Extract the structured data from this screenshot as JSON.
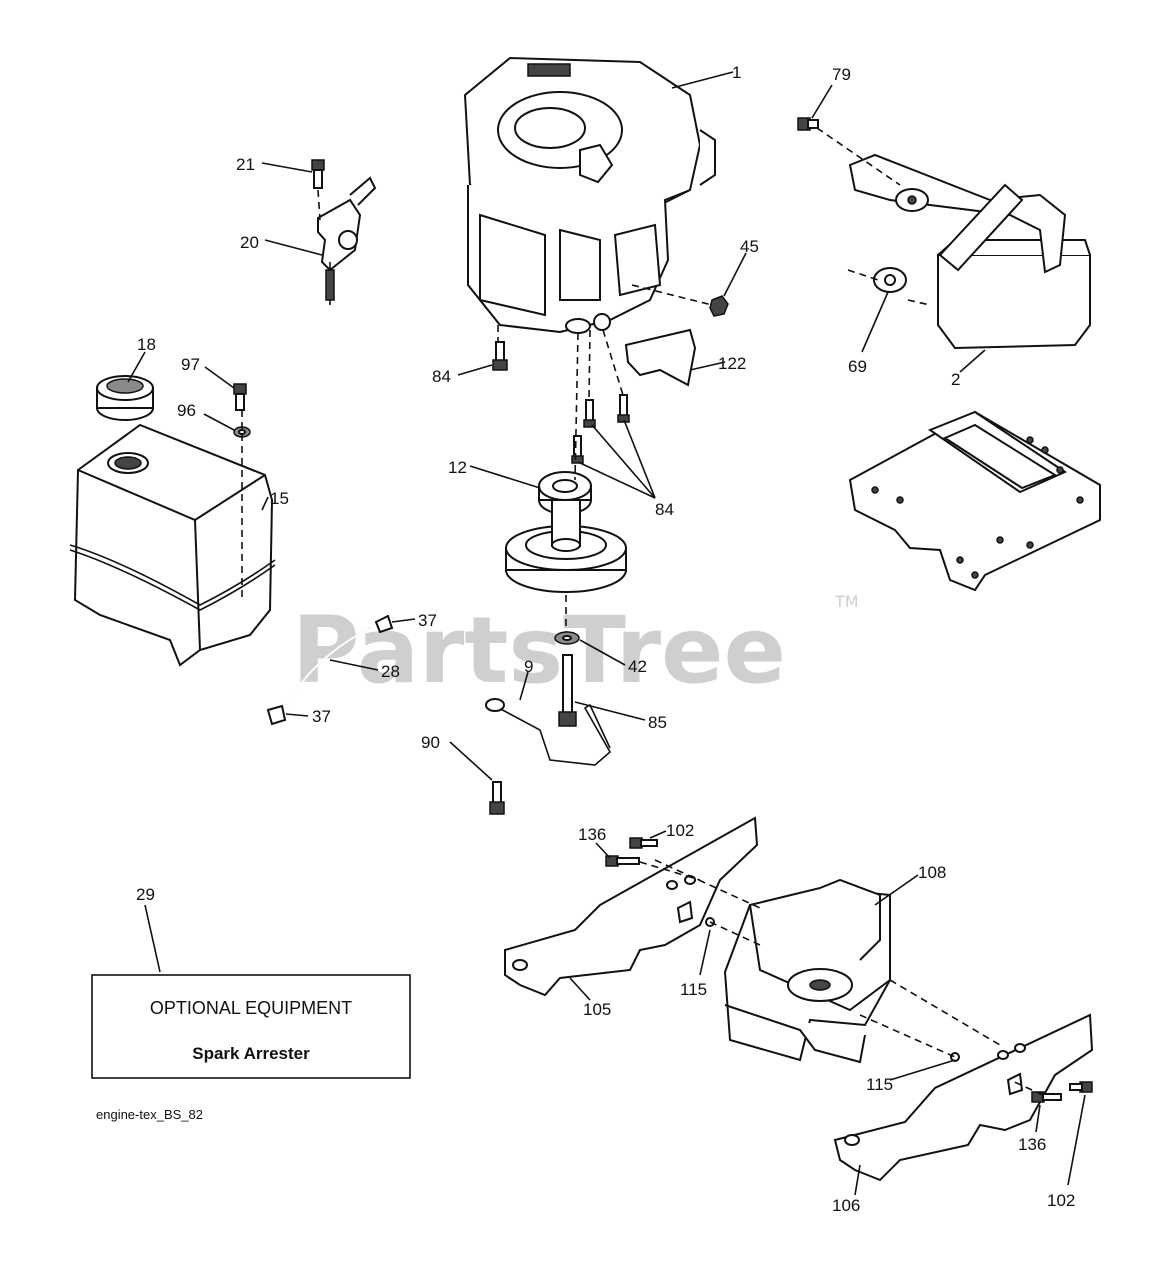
{
  "watermark": {
    "text": "PartsTree",
    "trademark": "TM"
  },
  "callouts": {
    "c1": "1",
    "c79": "79",
    "c21": "21",
    "c20": "20",
    "c45": "45",
    "c69": "69",
    "c2": "2",
    "c18": "18",
    "c97": "97",
    "c96": "96",
    "c84a": "84",
    "c122": "122",
    "c15": "15",
    "c12": "12",
    "c84b": "84",
    "c37a": "37",
    "c28": "28",
    "c42": "42",
    "c9": "9",
    "c37b": "37",
    "c85": "85",
    "c90": "90",
    "c136a": "136",
    "c102a": "102",
    "c108": "108",
    "c29": "29",
    "c115a": "115",
    "c105": "105",
    "c115b": "115",
    "c136b": "136",
    "c106": "106",
    "c102b": "102"
  },
  "optional_box": {
    "title": "OPTIONAL EQUIPMENT",
    "subtitle": "Spark Arrester"
  },
  "footer": {
    "filename": "engine-tex_BS_82"
  }
}
